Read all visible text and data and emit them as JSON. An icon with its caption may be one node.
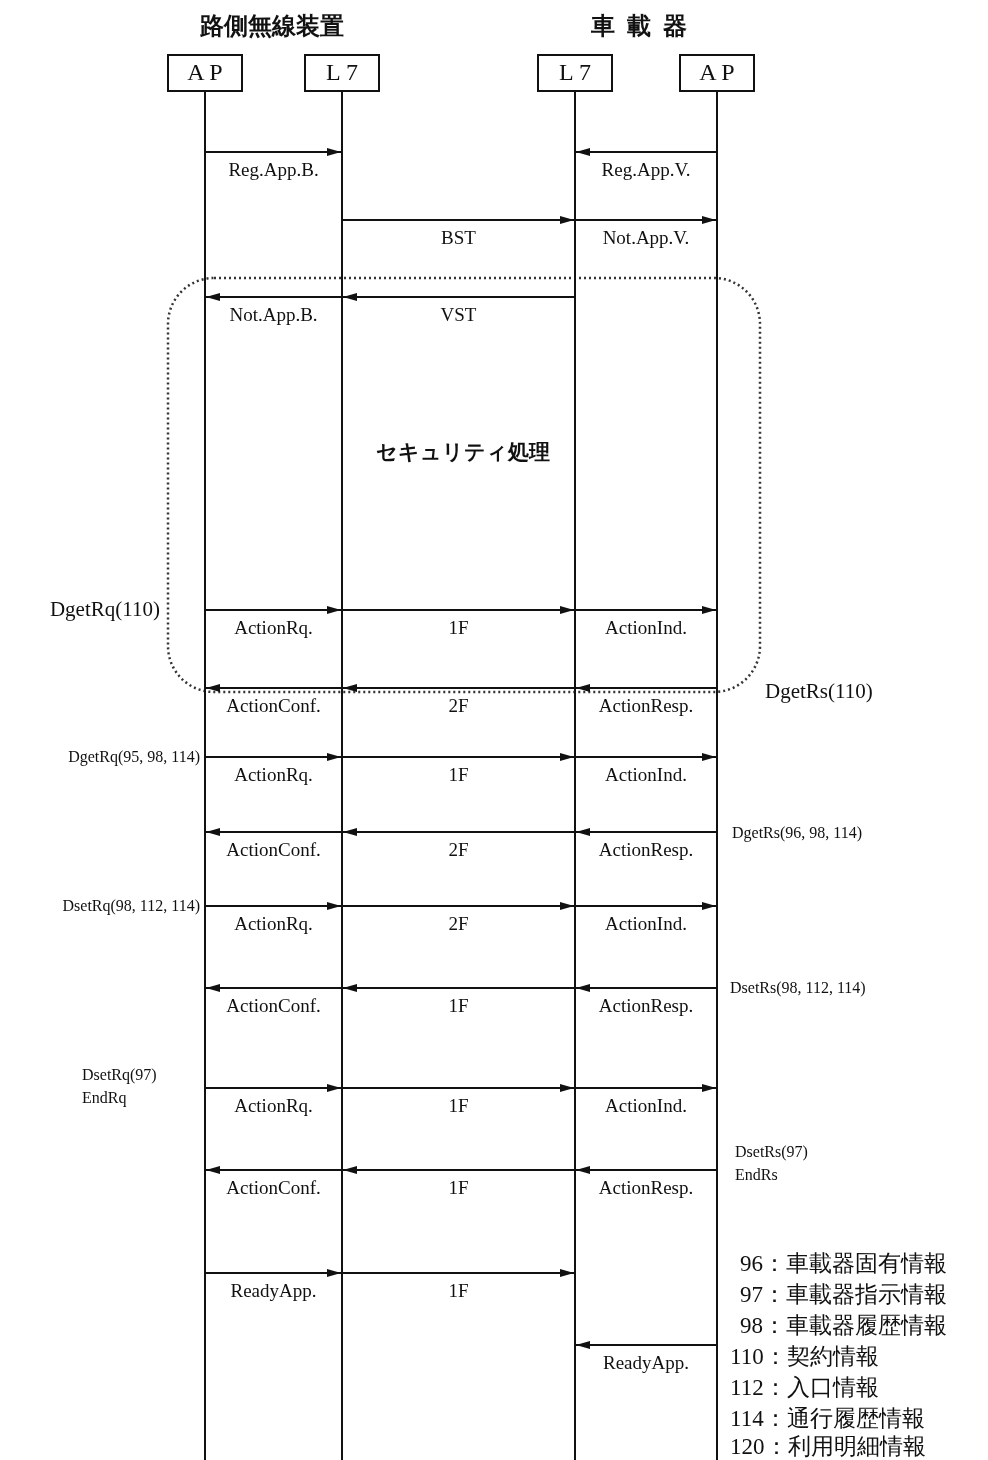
{
  "diagram": {
    "nodes": [
      {
        "text": [
          "A P"
        ]
      },
      {
        "text": [
          "L 7"
        ]
      },
      {
        "text": [
          "L 7"
        ]
      },
      {
        "text": [
          "A P"
        ]
      }
    ],
    "edges": [
      {
        "from": 0,
        "to": 1,
        "arrow": "to",
        "label": "Reg.App.B."
      },
      {
        "from": 3,
        "to": 2,
        "arrow": "to",
        "label": "Reg.App.V."
      },
      {
        "from": 1,
        "to": 2,
        "arrow": "to",
        "label": "BST"
      },
      {
        "from": 2,
        "to": 3,
        "arrow": "to",
        "label": "Not.App.V."
      },
      {
        "from": 2,
        "to": 1,
        "arrow": "to",
        "label": "VST"
      },
      {
        "from": 1,
        "to": 0,
        "arrow": "to",
        "label": "Not.App.B."
      },
      {
        "from": 0,
        "to": 1,
        "arrow": "to",
        "label": "ActionRq."
      },
      {
        "from": 1,
        "to": 2,
        "arrow": "to",
        "label": "1F"
      },
      {
        "from": 2,
        "to": 3,
        "arrow": "to",
        "label": "ActionInd."
      },
      {
        "from": 3,
        "to": 2,
        "arrow": "to",
        "label": "ActionResp."
      },
      {
        "from": 2,
        "to": 1,
        "arrow": "to",
        "label": "2F"
      },
      {
        "from": 1,
        "to": 0,
        "arrow": "to",
        "label": "ActionConf."
      },
      {
        "from": 0,
        "to": 1,
        "arrow": "to",
        "label": "ActionRq."
      },
      {
        "from": 1,
        "to": 2,
        "arrow": "to",
        "label": "1F"
      },
      {
        "from": 2,
        "to": 3,
        "arrow": "to",
        "label": "ActionInd."
      },
      {
        "from": 3,
        "to": 2,
        "arrow": "to",
        "label": "ActionResp."
      },
      {
        "from": 2,
        "to": 1,
        "arrow": "to",
        "label": "2F"
      },
      {
        "from": 1,
        "to": 0,
        "arrow": "to",
        "label": "ActionConf."
      },
      {
        "from": 0,
        "to": 1,
        "arrow": "to",
        "label": "ActionRq."
      },
      {
        "from": 1,
        "to": 2,
        "arrow": "to",
        "label": "2F"
      },
      {
        "from": 2,
        "to": 3,
        "arrow": "to",
        "label": "ActionInd."
      },
      {
        "from": 3,
        "to": 2,
        "arrow": "to",
        "label": "ActionResp."
      },
      {
        "from": 2,
        "to": 1,
        "arrow": "to",
        "label": "1F"
      },
      {
        "from": 1,
        "to": 0,
        "arrow": "to",
        "label": "ActionConf."
      },
      {
        "from": 0,
        "to": 1,
        "arrow": "to",
        "label": "ActionRq."
      },
      {
        "from": 1,
        "to": 2,
        "arrow": "to",
        "label": "1F"
      },
      {
        "from": 2,
        "to": 3,
        "arrow": "to",
        "label": "ActionInd."
      },
      {
        "from": 3,
        "to": 2,
        "arrow": "to",
        "label": "ActionResp."
      },
      {
        "from": 2,
        "to": 1,
        "arrow": "to",
        "label": "1F"
      },
      {
        "from": 1,
        "to": 0,
        "arrow": "to",
        "label": "ActionConf."
      },
      {
        "from": 0,
        "to": 1,
        "arrow": "to",
        "label": "ReadyApp."
      },
      {
        "from": 1,
        "to": 2,
        "arrow": "to",
        "label": "1F"
      },
      {
        "from": 3,
        "to": 2,
        "arrow": "to",
        "label": "ReadyApp."
      }
    ],
    "labels": [
      "路側無線装置",
      "車載器",
      "セキュリティ処理",
      "DgetRq(110)",
      "DgetRs(110)",
      "DgetRq(95, 98, 114)",
      "DgetRs(96, 98, 114)",
      "DsetRq(98, 112, 114)",
      "DsetRs(98, 112, 114)",
      "DsetRq(97)",
      "EndRq",
      "DsetRs(97)",
      "EndRs",
      "96：車載器固有情報",
      "97：車載器指示情報",
      "98：車載器履歴情報",
      "110：契約情報",
      "112：入口情報",
      "114：通行履歴情報",
      "120：利用明細情報"
    ]
  }
}
